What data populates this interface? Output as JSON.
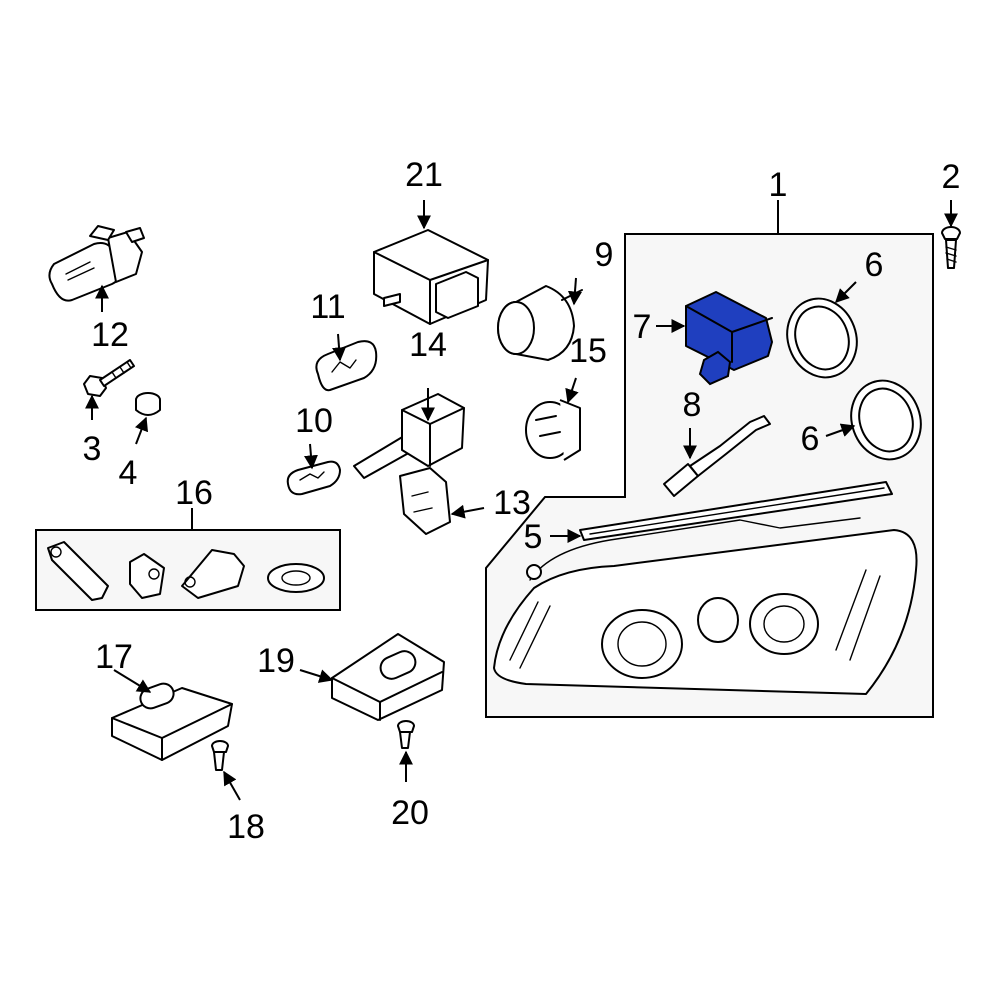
{
  "diagram": {
    "highlight_color": "#1f3fbf",
    "highlighted_part": "7",
    "callouts": [
      {
        "id": "1",
        "label": "1"
      },
      {
        "id": "2",
        "label": "2"
      },
      {
        "id": "3",
        "label": "3"
      },
      {
        "id": "4",
        "label": "4"
      },
      {
        "id": "5",
        "label": "5"
      },
      {
        "id": "6a",
        "label": "6"
      },
      {
        "id": "6b",
        "label": "6"
      },
      {
        "id": "7",
        "label": "7"
      },
      {
        "id": "8",
        "label": "8"
      },
      {
        "id": "9",
        "label": "9"
      },
      {
        "id": "10",
        "label": "10"
      },
      {
        "id": "11",
        "label": "11"
      },
      {
        "id": "12",
        "label": "12"
      },
      {
        "id": "13",
        "label": "13"
      },
      {
        "id": "14",
        "label": "14"
      },
      {
        "id": "15",
        "label": "15"
      },
      {
        "id": "16",
        "label": "16"
      },
      {
        "id": "17",
        "label": "17"
      },
      {
        "id": "18",
        "label": "18"
      },
      {
        "id": "19",
        "label": "19"
      },
      {
        "id": "20",
        "label": "20"
      },
      {
        "id": "21",
        "label": "21"
      }
    ]
  }
}
